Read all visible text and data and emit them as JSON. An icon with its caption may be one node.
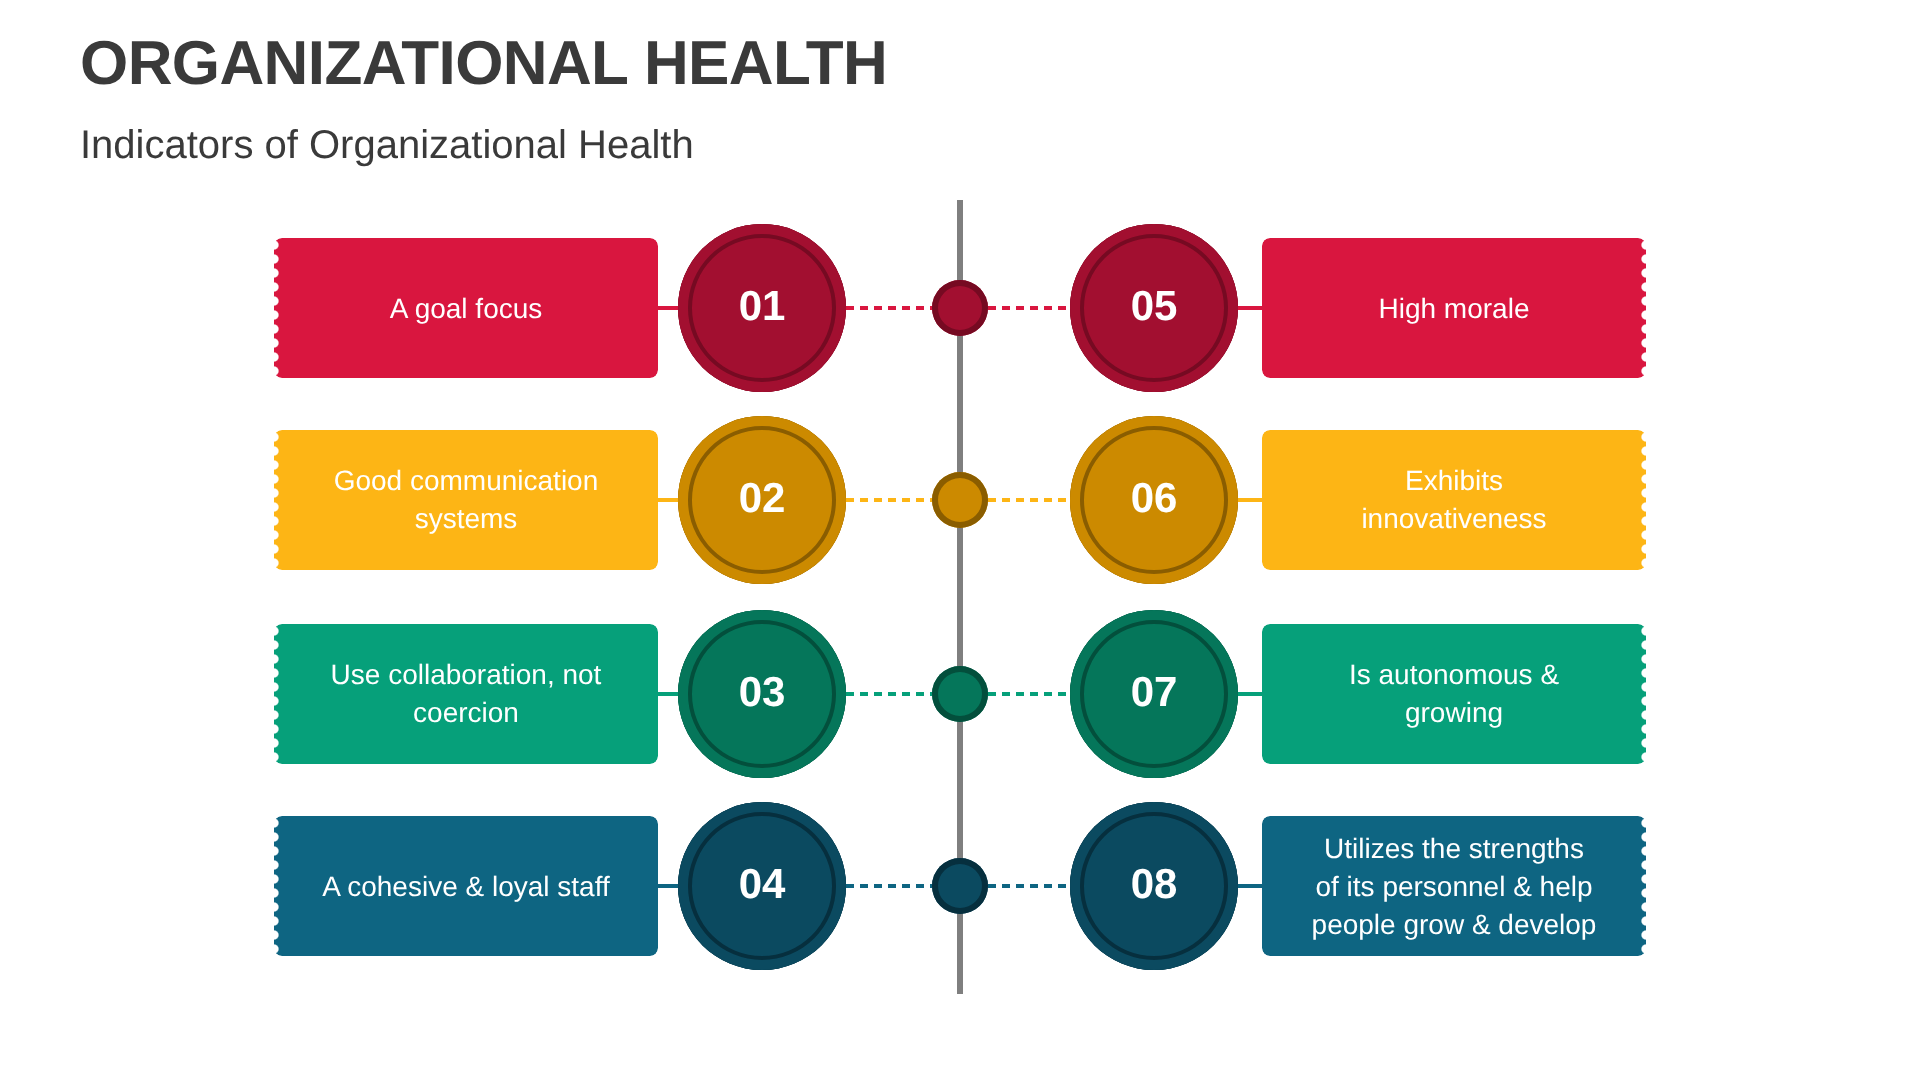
{
  "diagram": {
    "title": "ORGANIZATIONAL HEALTH",
    "caption": "Indicators of Organizational Health",
    "nodes": [
      {
        "text": [
          "A goal focus"
        ]
      },
      {
        "text": [
          "01"
        ]
      },
      {
        "text": [],
        "shape": "circle"
      },
      {
        "text": [
          "05"
        ]
      },
      {
        "text": [
          "High morale"
        ]
      },
      {
        "text": [
          "Good communication systems"
        ]
      },
      {
        "text": [
          "02"
        ]
      },
      {
        "text": [],
        "shape": "circle"
      },
      {
        "text": [
          "06"
        ]
      },
      {
        "text": [
          "Exhibits innovativeness"
        ]
      },
      {
        "text": [
          "Use collaboration, not coercion"
        ]
      },
      {
        "text": [
          "03"
        ]
      },
      {
        "text": [],
        "shape": "circle"
      },
      {
        "text": [
          "07"
        ]
      },
      {
        "text": [
          "Is autonomous & growing"
        ]
      },
      {
        "text": [
          "A cohesive & loyal staff"
        ]
      },
      {
        "text": [
          "04"
        ]
      },
      {
        "text": [],
        "shape": "circle"
      },
      {
        "text": [
          "08"
        ]
      },
      {
        "text": [
          "Utilizes the strengths of its personnel & help people grow & develop"
        ]
      }
    ],
    "edges": [
      {
        "from": 0,
        "to": 1,
        "arrow": "none",
        "color": "#d9163f"
      },
      {
        "from": 1,
        "to": 2,
        "arrow": "none",
        "style": "dashed",
        "color": "#d9163f"
      },
      {
        "from": 2,
        "to": 3,
        "arrow": "none",
        "style": "dashed",
        "color": "#d9163f"
      },
      {
        "from": 3,
        "to": 4,
        "arrow": "none",
        "color": "#d9163f"
      },
      {
        "from": 5,
        "to": 6,
        "arrow": "none",
        "color": "#fdb515"
      },
      {
        "from": 6,
        "to": 7,
        "arrow": "none",
        "style": "dashed",
        "color": "#fdb515"
      },
      {
        "from": 7,
        "to": 8,
        "arrow": "none",
        "style": "dashed",
        "color": "#fdb515"
      },
      {
        "from": 8,
        "to": 9,
        "arrow": "none",
        "color": "#fdb515"
      },
      {
        "from": 10,
        "to": 11,
        "arrow": "none",
        "color": "#06a07a"
      },
      {
        "from": 11,
        "to": 12,
        "arrow": "none",
        "style": "dashed",
        "color": "#06a07a"
      },
      {
        "from": 12,
        "to": 13,
        "arrow": "none",
        "style": "dashed",
        "color": "#06a07a"
      },
      {
        "from": 13,
        "to": 14,
        "arrow": "none",
        "color": "#06a07a"
      },
      {
        "from": 15,
        "to": 16,
        "arrow": "none",
        "color": "#0e6582"
      },
      {
        "from": 16,
        "to": 17,
        "arrow": "none",
        "style": "dashed",
        "color": "#0e6582"
      },
      {
        "from": 17,
        "to": 18,
        "arrow": "none",
        "style": "dashed",
        "color": "#0e6582"
      },
      {
        "from": 18,
        "to": 19,
        "arrow": "none",
        "color": "#0e6582"
      }
    ]
  }
}
